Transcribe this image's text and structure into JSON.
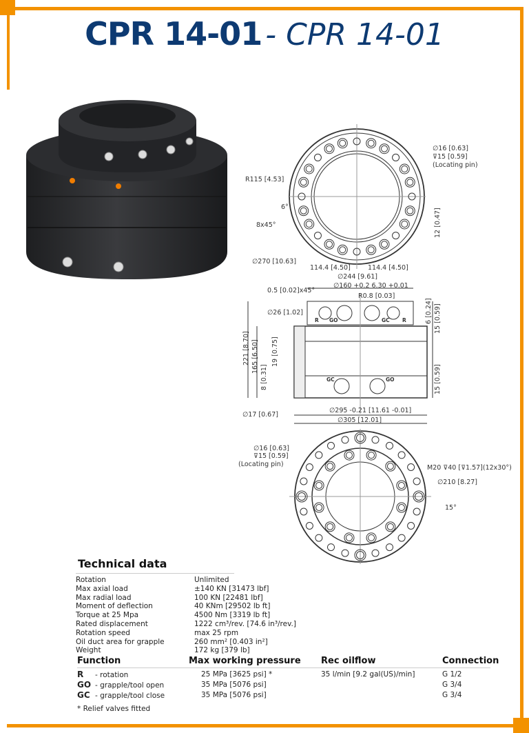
{
  "title": {
    "bold": "CPR 14-01",
    "italic": "- CPR 14-01"
  },
  "colors": {
    "accent": "#f39200",
    "title": "#0d3a72"
  },
  "top_view": {
    "pin_dia": "∅16 [0.63]",
    "pin_depth": "⊽15 [0.59]",
    "pin_label": "(Locating pin)",
    "radius": "R115 [4.53]",
    "angle1": "6°",
    "angle2": "8x45°",
    "pcd": "∅270 [10.63]",
    "offset_left": "114.4 [4.50]",
    "offset_right": "114.4 [4.50]",
    "height": "12 [0.47]"
  },
  "side_view": {
    "dia244": "∅244 [9.61]",
    "dia160": "∅160 +0.2  6.30 +0.01",
    "chamfer": "0.5 [0.02]x45°",
    "fillet": "R0.8 [0.03]",
    "dia26": "∅26 [1.02]",
    "h6": "6 [0.24]",
    "h15a": "15 [0.59]",
    "h221": "221 [8.70]",
    "h165": "165 [6.50]",
    "h19": "19 [0.75]",
    "h8": "8 [0.31]",
    "h15b": "15 [0.59]",
    "dia295": "∅295 -0.21 [11.61 -0.01]",
    "dia305": "∅305 [12.01]",
    "dia17": "∅17 [0.67]",
    "port_labels": [
      "R",
      "GO",
      "GC",
      "R",
      "GC",
      "GO"
    ]
  },
  "bottom_view": {
    "pin_dia": "∅16 [0.63]",
    "pin_depth": "⊽15 [0.59]",
    "pin_label": "(Locating pin)",
    "thread": "M20 ⊽40 [⊽1.57](12x30°)",
    "dia210": "∅210 [8.27]",
    "angle": "15°"
  },
  "technical_data": {
    "heading": "Technical data",
    "rows": [
      {
        "label": "Rotation",
        "value": "Unlimited"
      },
      {
        "label": "Max axial load",
        "value": "±140 KN [31473 lbf]"
      },
      {
        "label": "Max radial load",
        "value": "100 KN [22481 lbf]"
      },
      {
        "label": "Moment of deflection",
        "value": "40 KNm [29502 lb ft]"
      },
      {
        "label": "Torque at 25 Mpa",
        "value": "4500 Nm [3319 lb ft]"
      },
      {
        "label": "Rated displacement",
        "value": "1222 cm³/rev. [74.6 in³/rev.]"
      },
      {
        "label": "Rotation speed",
        "value": "max 25 rpm"
      },
      {
        "label": "Oil duct area for grapple",
        "value": "260 mm² [0.403 in²]"
      },
      {
        "label": "Weight",
        "value": "172 kg [379 lb]"
      }
    ]
  },
  "functions": {
    "headers": [
      "Function",
      "Max working pressure",
      "Rec oilflow",
      "Connection"
    ],
    "rows": [
      {
        "code": "R",
        "desc": "- rotation",
        "pressure": "25 MPa [3625 psi] *",
        "flow": "35 l/min [9.2 gal(US)/min]",
        "connection": "G 1/2"
      },
      {
        "code": "GO",
        "desc": "- grapple/tool open",
        "pressure": "35 MPa [5076 psi]",
        "flow": "",
        "connection": "G 3/4"
      },
      {
        "code": "GC",
        "desc": "- grapple/tool close",
        "pressure": "35 MPa [5076 psi]",
        "flow": "",
        "connection": "G 3/4"
      }
    ],
    "note": "* Relief valves fitted"
  }
}
